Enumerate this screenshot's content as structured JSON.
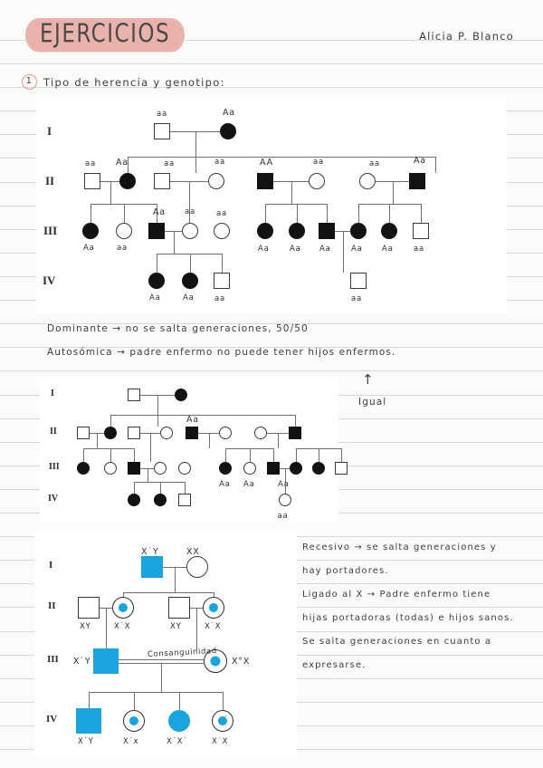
{
  "page": {
    "background_color": "#fbfbfa",
    "rule_color": "#d9d9d9",
    "highlight_color": "#e9b3ab",
    "affected_color": "#121212",
    "xlinked_color": "#18a4de"
  },
  "header": {
    "title": "EJERCICIOS",
    "author": "Alicia P. Blanco"
  },
  "question1": {
    "number": "1",
    "text": "Tipo de herencia y genotipo:"
  },
  "pedigree1": {
    "name": "autosomal-dominant-pedigree",
    "generations": [
      "I",
      "II",
      "III",
      "IV"
    ],
    "gen1": [
      {
        "shape": "square",
        "status": "unaffected",
        "genotype": "aa"
      },
      {
        "shape": "circle",
        "status": "affected",
        "genotype": "Aa"
      }
    ],
    "gen2": [
      {
        "shape": "square",
        "status": "unaffected",
        "genotype": "aa"
      },
      {
        "shape": "circle",
        "status": "affected",
        "genotype": "Aa"
      },
      {
        "shape": "square",
        "status": "unaffected",
        "genotype": "aa"
      },
      {
        "shape": "circle",
        "status": "unaffected",
        "genotype": "aa"
      },
      {
        "shape": "square",
        "status": "affected",
        "genotype": "AA"
      },
      {
        "shape": "circle",
        "status": "unaffected",
        "genotype": "aa"
      },
      {
        "shape": "circle",
        "status": "unaffected",
        "genotype": "aa"
      },
      {
        "shape": "square",
        "status": "affected",
        "genotype": "Aa"
      }
    ],
    "gen3": [
      {
        "shape": "circle",
        "status": "affected",
        "genotype": "Aa"
      },
      {
        "shape": "circle",
        "status": "unaffected",
        "genotype": "aa"
      },
      {
        "shape": "square",
        "status": "affected",
        "genotype": "Aa"
      },
      {
        "shape": "circle",
        "status": "unaffected",
        "genotype": "aa"
      },
      {
        "shape": "circle",
        "status": "unaffected",
        "genotype": "aa"
      },
      {
        "shape": "circle",
        "status": "affected",
        "genotype": "Aa"
      },
      {
        "shape": "circle",
        "status": "affected",
        "genotype": "Aa"
      },
      {
        "shape": "square",
        "status": "affected",
        "genotype": "Aa"
      },
      {
        "shape": "circle",
        "status": "affected",
        "genotype": "Aa"
      },
      {
        "shape": "circle",
        "status": "affected",
        "genotype": "Aa"
      },
      {
        "shape": "square",
        "status": "unaffected",
        "genotype": "aa"
      }
    ],
    "gen4": [
      {
        "shape": "circle",
        "status": "affected",
        "genotype": "Aa"
      },
      {
        "shape": "circle",
        "status": "affected",
        "genotype": "Aa"
      },
      {
        "shape": "square",
        "status": "unaffected",
        "genotype": "aa"
      },
      {
        "shape": "square",
        "status": "unaffected",
        "genotype": "aa"
      }
    ]
  },
  "notes1": {
    "line1": "Dominante → no se salta generaciones, 50/50",
    "line2": "Autosómica → padre enfermo no puede tener hijos enfermos."
  },
  "pedigree2": {
    "name": "second-pedigree",
    "generations": [
      "I",
      "II",
      "III",
      "IV"
    ],
    "gen2_genotype": "Aa",
    "gen3_genotypes": [
      "Aa",
      "Aa",
      "Aa"
    ],
    "gen4_genotype": "aa"
  },
  "notes2": {
    "arrow": "↑",
    "text": "Igual"
  },
  "pedigree3": {
    "name": "x-linked-recessive-pedigree",
    "generations": [
      "I",
      "II",
      "III",
      "IV"
    ],
    "gen1_labels": [
      "X˙Y",
      "XX"
    ],
    "gen2_labels": [
      "XY",
      "X˙X",
      "XY",
      "X˙X"
    ],
    "gen3_labels": [
      "X˙Y",
      "X°X"
    ],
    "gen4_labels": [
      "X˙Y",
      "X˙x",
      "X˙X˙",
      "X˙X"
    ],
    "consanguinity_label": "Consanguinidad"
  },
  "notes3": {
    "line1": "Recesivo → se salta generaciones y",
    "line2": "hay portadores.",
    "line3": "Ligado al X → Padre enfermo tiene",
    "line4": "hijas portadoras (todas) e hijos sanos.",
    "line5": "Se salta generaciones en cuanto a",
    "line6": "expresarse."
  }
}
